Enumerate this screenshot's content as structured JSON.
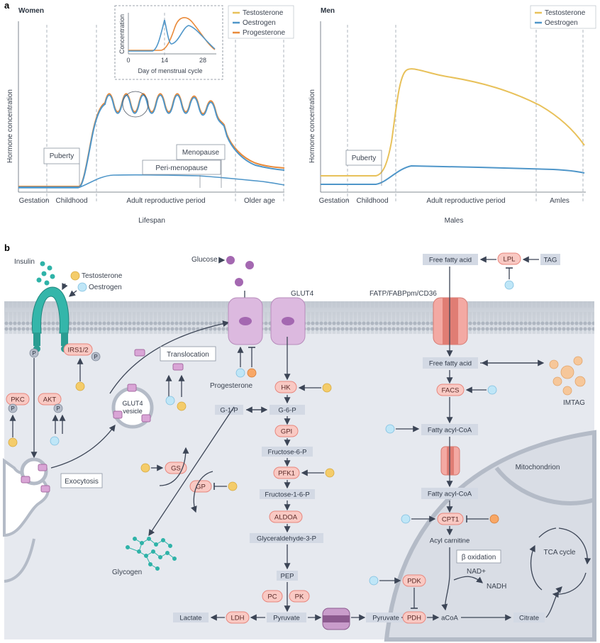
{
  "panel_a": {
    "label": "a",
    "women": {
      "title": "Women",
      "ylabel": "Hormone concentration",
      "xlabel": "Lifespan",
      "periods": [
        "Gestation",
        "Childhood",
        "Adult reproductive period",
        "Older age"
      ],
      "callouts": {
        "puberty": "Puberty",
        "peri": "Peri-menopause",
        "meno": "Menopause"
      },
      "legend": [
        "Testosterone",
        "Oestrogen",
        "Progesterone"
      ],
      "inset": {
        "ylabel": "Concentration",
        "xlabel": "Day of menstrual cycle",
        "ticks": [
          "0",
          "14",
          "28"
        ]
      }
    },
    "men": {
      "title": "Men",
      "ylabel": "Hormone concentration",
      "xlabel": "Males",
      "periods": [
        "Gestation",
        "Childhood",
        "Adult reproductive period",
        "Amles"
      ],
      "callouts": {
        "puberty": "Puberty"
      },
      "legend": [
        "Testosterone",
        "Oestrogen"
      ]
    },
    "colors": {
      "testosterone": "#e8c15a",
      "oestrogen": "#4f96c9",
      "progesterone": "#e98a3a"
    }
  },
  "panel_b": {
    "label": "b",
    "ligands": {
      "insulin": "Insulin",
      "testosterone": "Testosterone",
      "oestrogen": "Oestrogen",
      "glucose": "Glucose",
      "progesterone": "Progesterone"
    },
    "transporters": {
      "glut4": "GLUT4",
      "fatp": "FATP/FABPpm/CD36"
    },
    "signalling": {
      "p": "P",
      "irs": "IRS1/2",
      "pkc": "PKC",
      "akt": "AKT",
      "vesicle": "GLUT4 vesicle",
      "translocation": "Translocation",
      "exocytosis": "Exocytosis"
    },
    "glycolysis": {
      "hk": "HK",
      "g1p": "G-1-P",
      "g6p": "G-6-P",
      "gpi": "GPI",
      "f6p": "Fructose-6-P",
      "pfk1": "PFK1",
      "f16p": "Fructose-1-6-P",
      "aldoa": "ALDOA",
      "g3p": "Glyceraldehyde-3-P",
      "pep": "PEP",
      "pc": "PC",
      "pk": "PK",
      "pyruvate": "Pyruvate",
      "ldh": "LDH",
      "lactate": "Lactate",
      "gs": "GS",
      "gp": "GP",
      "glycogen": "Glycogen"
    },
    "lipid": {
      "ffa": "Free fatty acid",
      "lpl": "LPL",
      "tag": "TAG",
      "imtag": "IMTAG",
      "facs": "FACS",
      "facoa": "Fatty acyl-CoA",
      "cpt1": "CPT1",
      "acylcarnitine": "Acyl carnitine",
      "beta": "β oxidation",
      "nad": "NAD+",
      "nadh": "NADH"
    },
    "mito": {
      "title": "Mitochondrion",
      "pyruvate": "Pyruvate",
      "pdk": "PDK",
      "pdh": "PDH",
      "acoa": "aCoA",
      "citrate": "Citrate",
      "tca": "TCA cycle"
    }
  }
}
